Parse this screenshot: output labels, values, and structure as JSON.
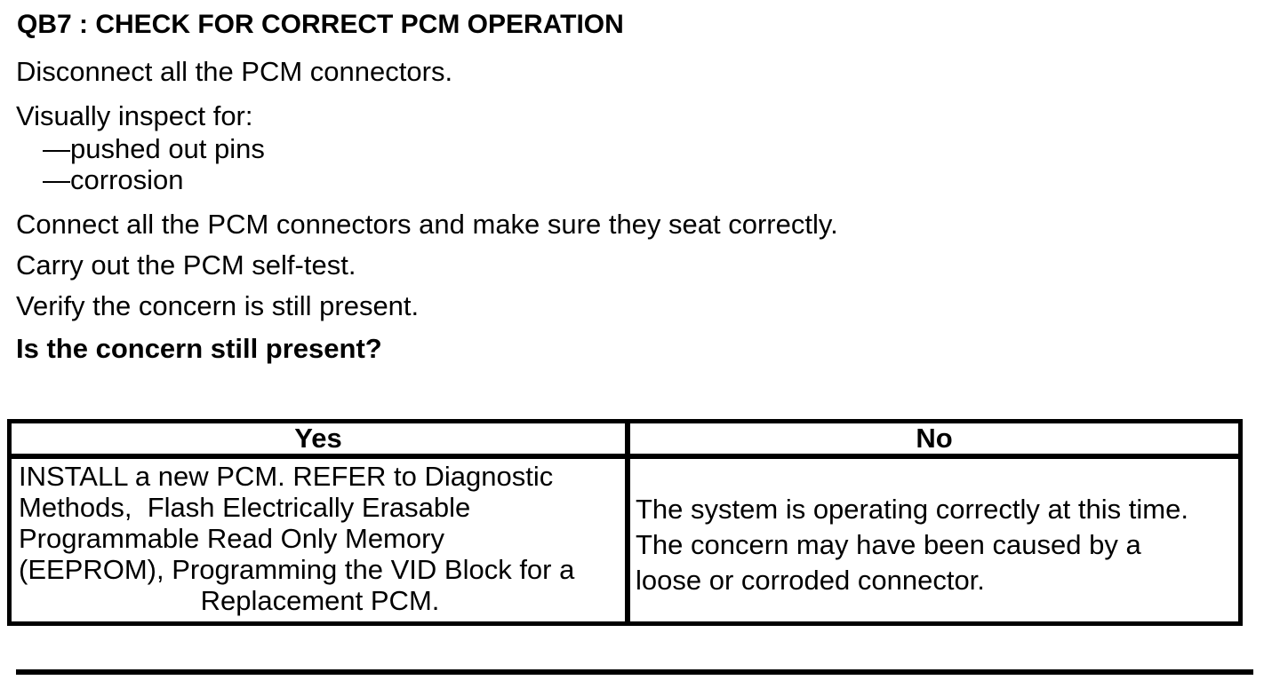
{
  "step": {
    "title": "QB7 : CHECK FOR CORRECT PCM OPERATION"
  },
  "instructions": {
    "line1": "Disconnect all the PCM connectors.",
    "line2": "Visually inspect for:",
    "bullet1": "—pushed out pins",
    "bullet2": "—corrosion",
    "line3": "Connect all the PCM connectors and make sure they seat correctly.",
    "line4": "Carry out the PCM self-test.",
    "line5": "Verify the concern is still present.",
    "question": "Is the concern still present?"
  },
  "decision_table": {
    "yes_header": "Yes",
    "no_header": "No",
    "yes_lines": [
      "INSTALL a new PCM. REFER to Diagnostic",
      "Methods,  Flash Electrically Erasable",
      "Programmable Read Only Memory",
      "(EEPROM), Programming the VID Block for a",
      "Replacement PCM."
    ],
    "no_lines": [
      "The system is operating correctly at this time.",
      "The concern may have been caused by a",
      "loose or corroded connector."
    ]
  },
  "colors": {
    "text": "#000000",
    "background": "#ffffff",
    "border": "#000000"
  }
}
